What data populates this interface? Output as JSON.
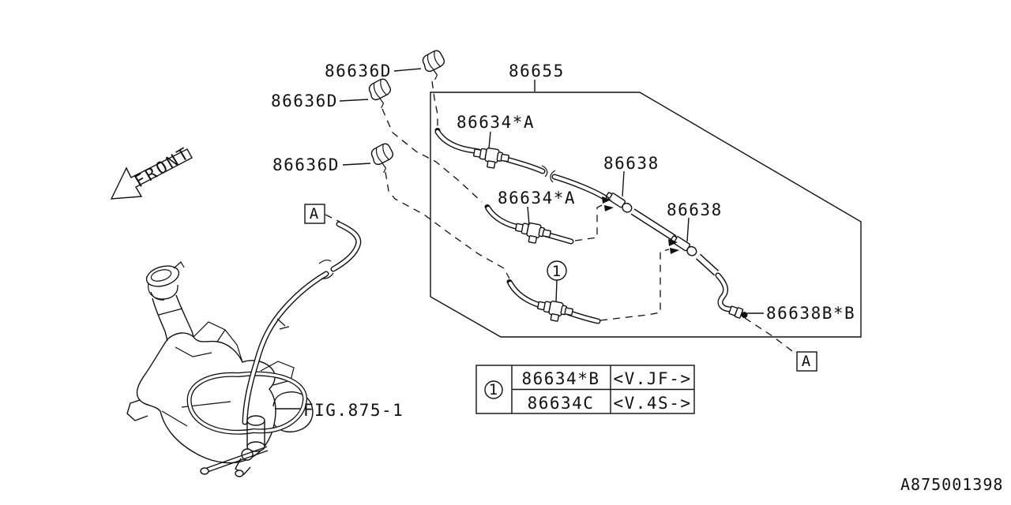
{
  "colors": {
    "ink": "#111111",
    "background": "#ffffff"
  },
  "front_indicator": {
    "label": "FRONT"
  },
  "labels": {
    "clips": [
      "86636D",
      "86636D",
      "86636D"
    ],
    "assembly": "86655",
    "tjoints": [
      "86634*A",
      "86634*A"
    ],
    "elbows": [
      "86638",
      "86638"
    ],
    "end_fitting": "86638B*B",
    "view_ref": "A",
    "callout_number": "1"
  },
  "figure_reference": {
    "label": "FIG.875-1"
  },
  "parts_table": {
    "callout": "1",
    "rows": [
      {
        "part": "86634*B",
        "applicability": "<V.JF->"
      },
      {
        "part": "86634C",
        "applicability": "<V.4S->"
      }
    ]
  },
  "footer": {
    "drawing_number": "A875001398"
  }
}
